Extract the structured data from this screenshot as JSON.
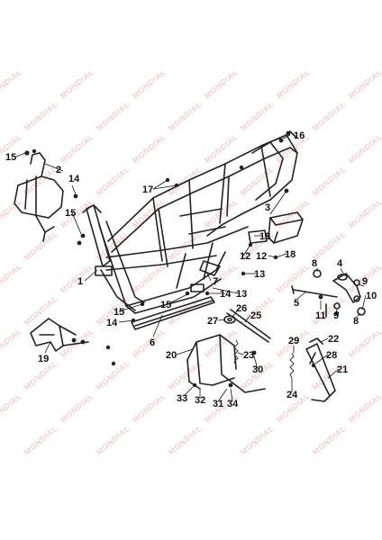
{
  "watermark": {
    "text": "MONDIAL",
    "color": "#e9a9a9"
  },
  "diagram": {
    "stroke_color": "#222222",
    "callouts": [
      {
        "id": "c15a",
        "label": "15"
      },
      {
        "id": "c2",
        "label": "2"
      },
      {
        "id": "c14a",
        "label": "14"
      },
      {
        "id": "c15b",
        "label": "15"
      },
      {
        "id": "c17",
        "label": "17"
      },
      {
        "id": "c16",
        "label": "16"
      },
      {
        "id": "c3",
        "label": "3"
      },
      {
        "id": "c18a",
        "label": "18"
      },
      {
        "id": "c12a",
        "label": "12"
      },
      {
        "id": "c12b",
        "label": "12"
      },
      {
        "id": "c18b",
        "label": "18"
      },
      {
        "id": "c13a",
        "label": "13"
      },
      {
        "id": "c1",
        "label": "1"
      },
      {
        "id": "c7",
        "label": "7"
      },
      {
        "id": "c14b",
        "label": "14"
      },
      {
        "id": "c13b",
        "label": "13"
      },
      {
        "id": "c15c",
        "label": "15"
      },
      {
        "id": "c15d",
        "label": "15"
      },
      {
        "id": "c14c",
        "label": "14"
      },
      {
        "id": "c6",
        "label": "6"
      },
      {
        "id": "c26",
        "label": "26"
      },
      {
        "id": "c27",
        "label": "27"
      },
      {
        "id": "c25",
        "label": "25"
      },
      {
        "id": "c4",
        "label": "4"
      },
      {
        "id": "c8a",
        "label": "8"
      },
      {
        "id": "c9a",
        "label": "9"
      },
      {
        "id": "c10",
        "label": "10"
      },
      {
        "id": "c5",
        "label": "5"
      },
      {
        "id": "c11",
        "label": "11"
      },
      {
        "id": "c9b",
        "label": "9"
      },
      {
        "id": "c8b",
        "label": "8"
      },
      {
        "id": "c19",
        "label": "19"
      },
      {
        "id": "c20",
        "label": "20"
      },
      {
        "id": "c23",
        "label": "23"
      },
      {
        "id": "c30",
        "label": "30"
      },
      {
        "id": "c29",
        "label": "29"
      },
      {
        "id": "c22",
        "label": "22"
      },
      {
        "id": "c28",
        "label": "28"
      },
      {
        "id": "c21",
        "label": "21"
      },
      {
        "id": "c24",
        "label": "24"
      },
      {
        "id": "c33",
        "label": "33"
      },
      {
        "id": "c32",
        "label": "32"
      },
      {
        "id": "c31",
        "label": "31"
      },
      {
        "id": "c34",
        "label": "34"
      }
    ]
  }
}
